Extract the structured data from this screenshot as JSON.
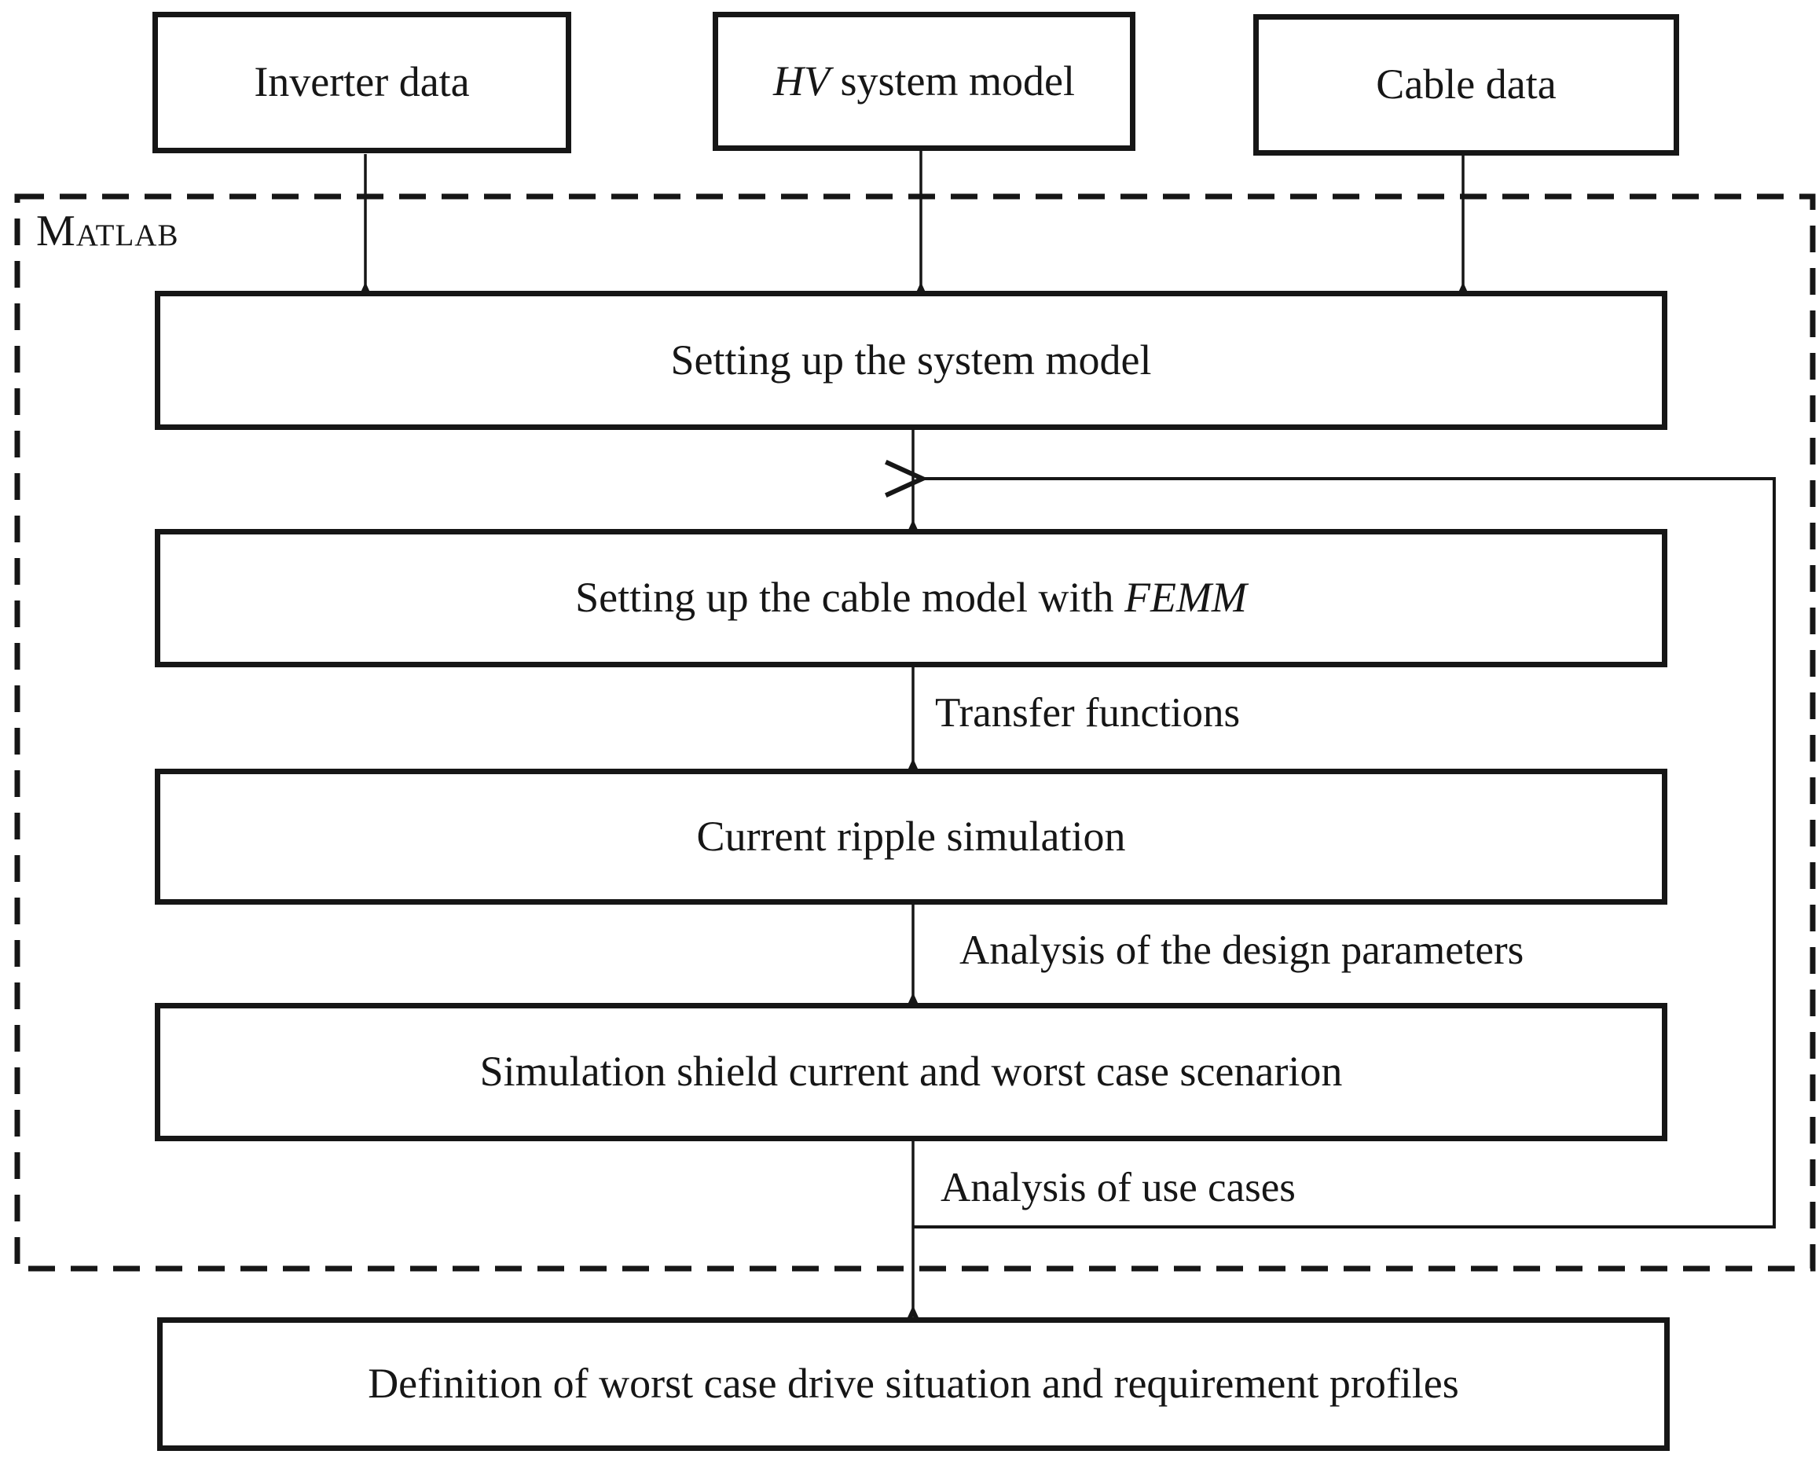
{
  "container": {
    "label": "Matlab"
  },
  "nodes": {
    "inverter": {
      "label": "Inverter data"
    },
    "hv": {
      "label_italic": "HV",
      "label_rest": " system model"
    },
    "cable": {
      "label": "Cable data"
    },
    "system_model": {
      "label": "Setting up the system model"
    },
    "cable_model": {
      "label_pre": "Setting up the cable model with ",
      "label_italic": "FEMM"
    },
    "ripple": {
      "label": "Current ripple simulation"
    },
    "shield": {
      "label": "Simulation shield current and worst case scenarion"
    },
    "definition": {
      "label": "Definition of worst case drive situation and requirement profiles"
    }
  },
  "edge_labels": {
    "transfer": "Transfer functions",
    "design": "Analysis of the design parameters",
    "use_cases": "Analysis of use cases"
  },
  "colors": {
    "ink": "#161616",
    "background": "#ffffff"
  }
}
